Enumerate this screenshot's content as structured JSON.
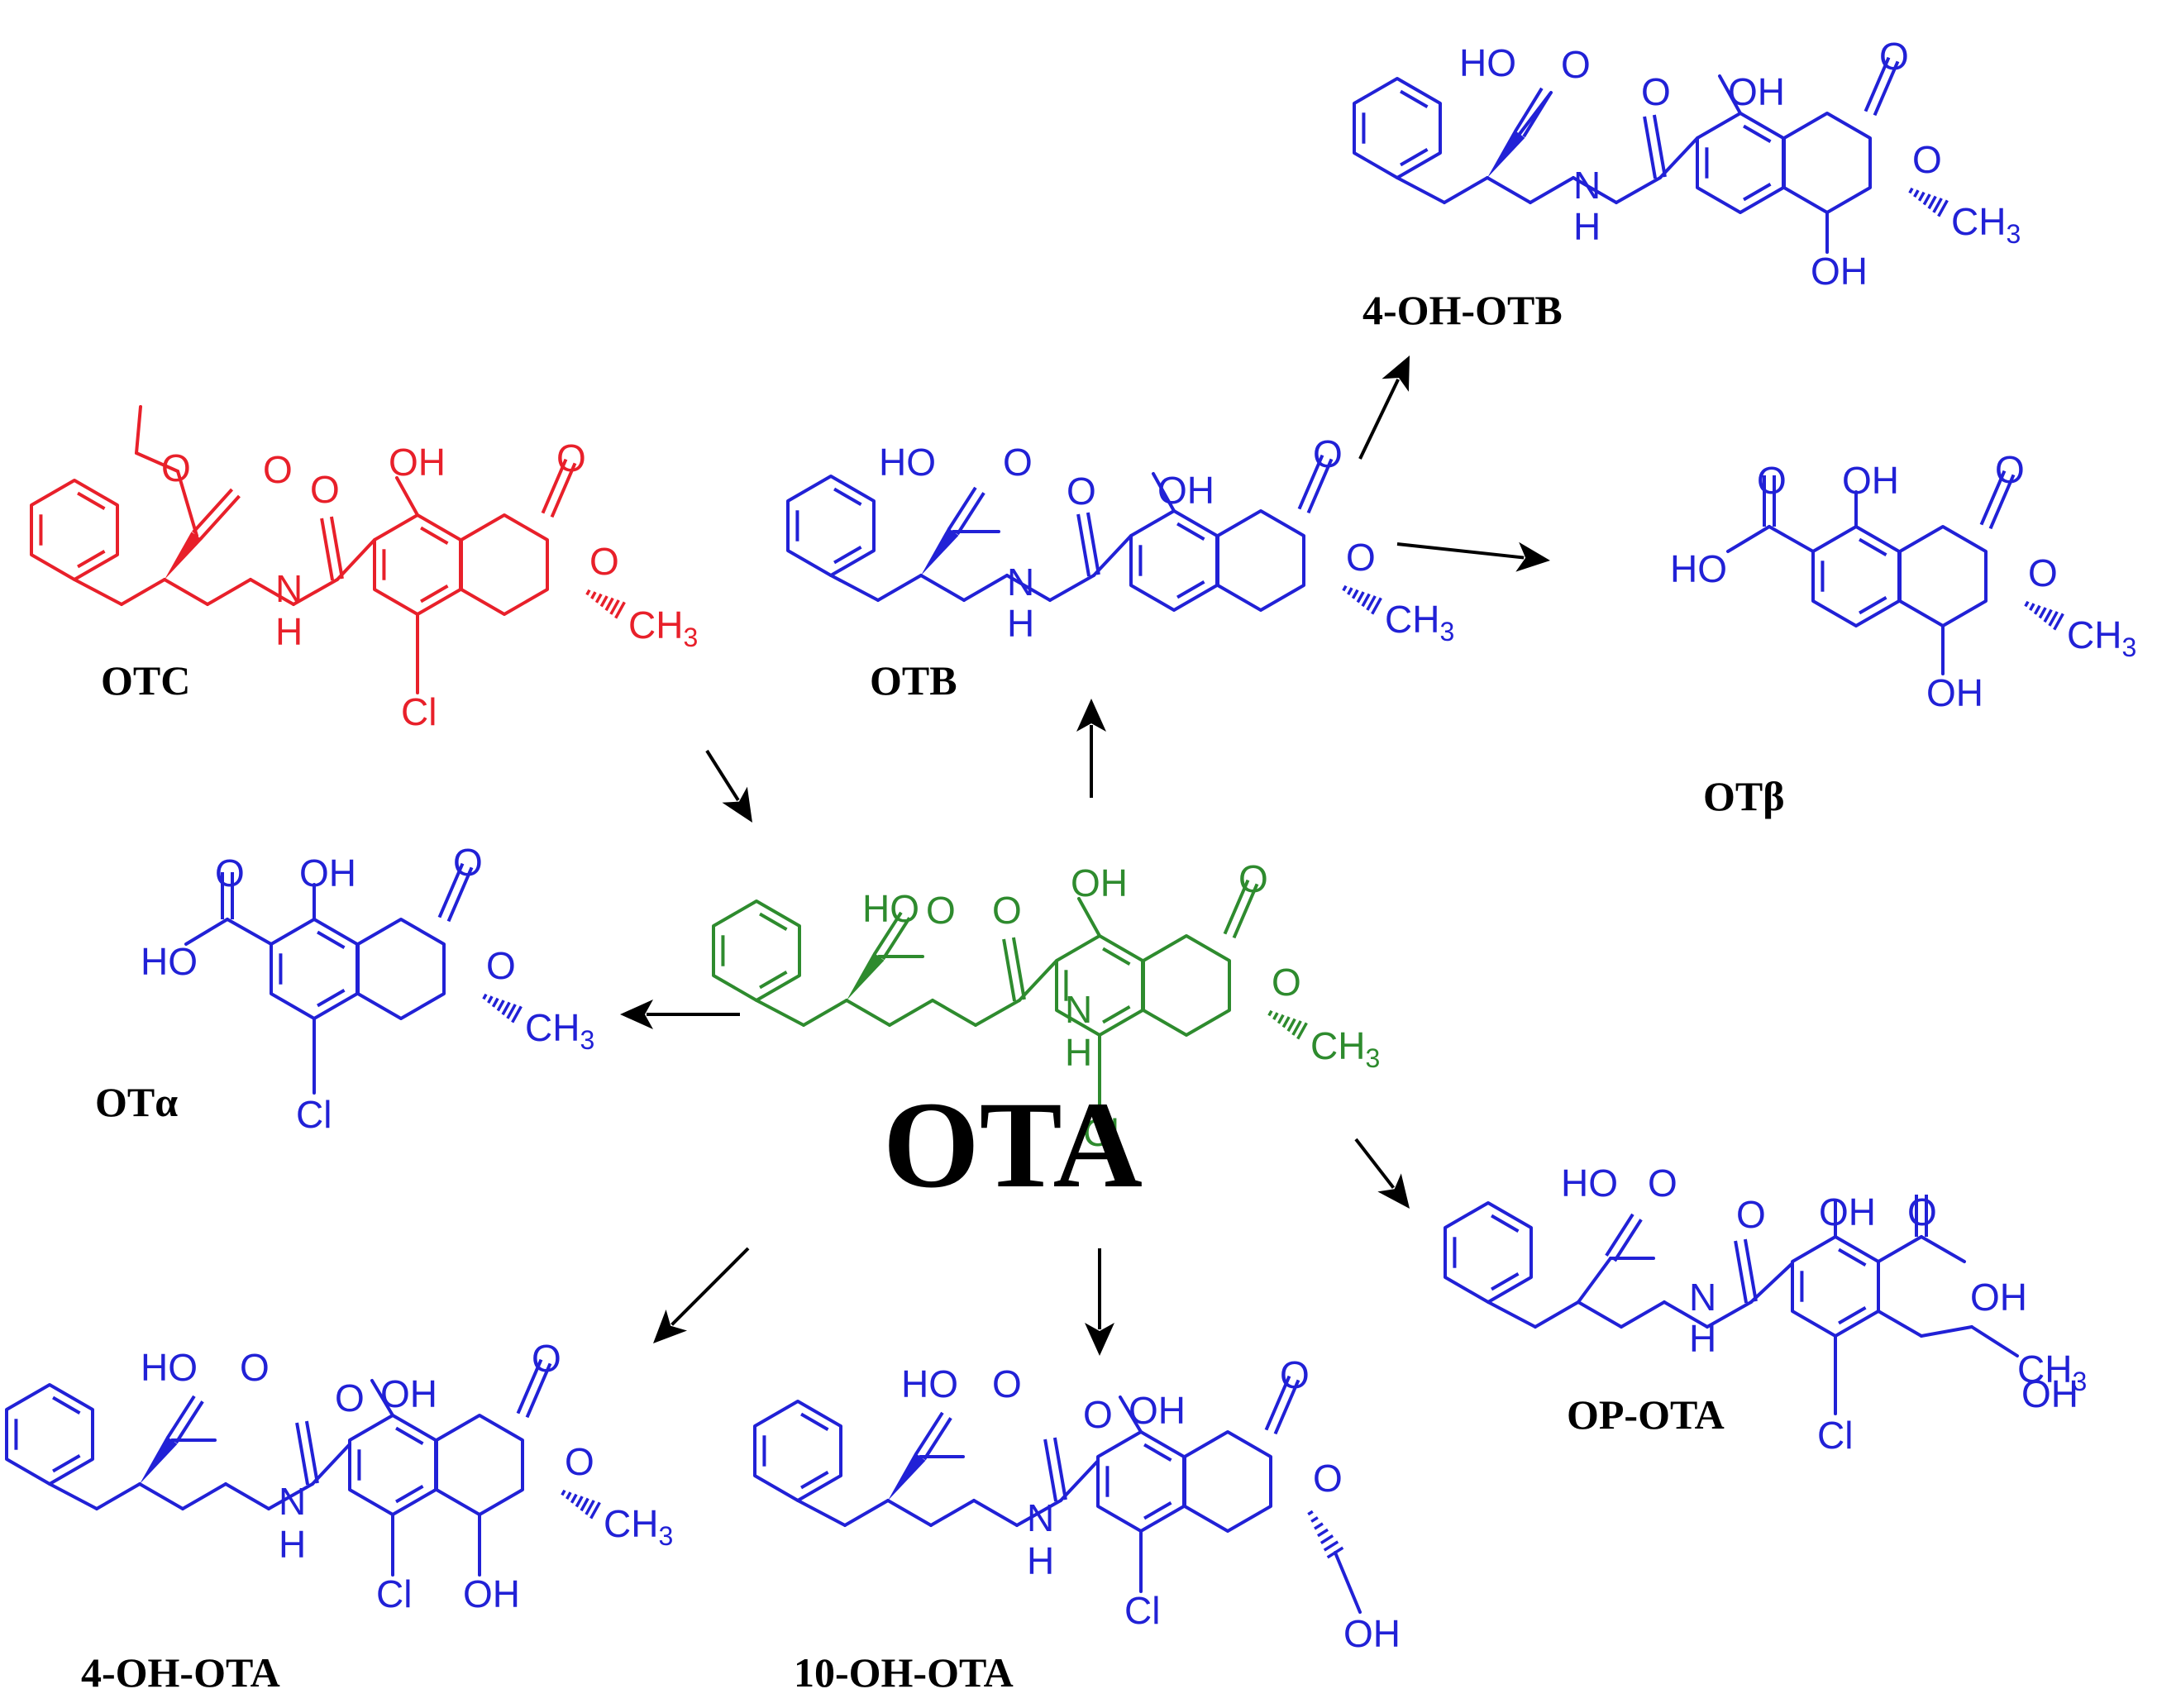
{
  "atom_labels": {
    "o": "O",
    "oh": "OH",
    "ho": "HO",
    "n": "N",
    "h": "H",
    "cl": "Cl",
    "ch3": "CH",
    "sub3": "3"
  },
  "colors": {
    "ochratoxin_a": "#2e8b2e",
    "ochratoxin_c": "#e8202a",
    "metabolite": "#2121d6",
    "arrow": "#000000"
  },
  "compounds": [
    {
      "id": "OTA",
      "name": "OTA",
      "color": "ochratoxin_a",
      "structure": "ota"
    },
    {
      "id": "OTC",
      "name": "OTC",
      "color": "ochratoxin_c",
      "structure": "otc"
    },
    {
      "id": "OTB",
      "name": "OTB",
      "color": "metabolite",
      "structure": "otb"
    },
    {
      "id": "4OHOTB",
      "name": "4-OH-OTB",
      "color": "metabolite",
      "structure": "oh4otb"
    },
    {
      "id": "OTbeta",
      "name": "OTβ",
      "color": "metabolite",
      "structure": "otbeta"
    },
    {
      "id": "OTalpha",
      "name": "OTα",
      "color": "metabolite",
      "structure": "otalpha"
    },
    {
      "id": "OPOTA",
      "name": "OP-OTA",
      "color": "metabolite",
      "structure": "opota"
    },
    {
      "id": "4OHOTA",
      "name": "4-OH-OTA",
      "color": "metabolite",
      "structure": "oh4ota"
    },
    {
      "id": "10OHOTA",
      "name": "10-OH-OTA",
      "color": "metabolite",
      "structure": "oh10ota"
    }
  ],
  "arrows": [
    {
      "from": "OTC",
      "to": "OTA"
    },
    {
      "from": "OTA",
      "to": "OTB"
    },
    {
      "from": "OTB",
      "to": "4OHOTB"
    },
    {
      "from": "OTB",
      "to": "OTbeta"
    },
    {
      "from": "OTA",
      "to": "OTalpha"
    },
    {
      "from": "OTA",
      "to": "OPOTA"
    },
    {
      "from": "OTA",
      "to": "4OHOTA"
    },
    {
      "from": "OTA",
      "to": "10OHOTA"
    }
  ]
}
